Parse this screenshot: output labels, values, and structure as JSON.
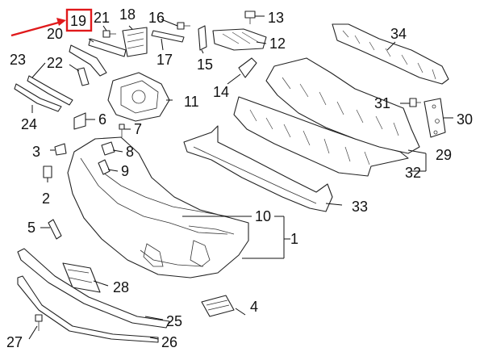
{
  "diagram": {
    "highlight_color": "#e0191b",
    "highlighted_callout": "19",
    "callouts": {
      "c1": "1",
      "c2": "2",
      "c3": "3",
      "c4": "4",
      "c5": "5",
      "c6": "6",
      "c7": "7",
      "c8": "8",
      "c9": "9",
      "c10": "10",
      "c11": "11",
      "c12": "12",
      "c13": "13",
      "c14": "14",
      "c15": "15",
      "c16": "16",
      "c17": "17",
      "c18": "18",
      "c19": "19",
      "c20": "20",
      "c21": "21",
      "c22": "22",
      "c23": "23",
      "c24": "24",
      "c25": "25",
      "c26": "26",
      "c27": "27",
      "c28": "28",
      "c29": "29",
      "c30": "30",
      "c31": "31",
      "c32": "32",
      "c33": "33",
      "c34": "34"
    }
  }
}
